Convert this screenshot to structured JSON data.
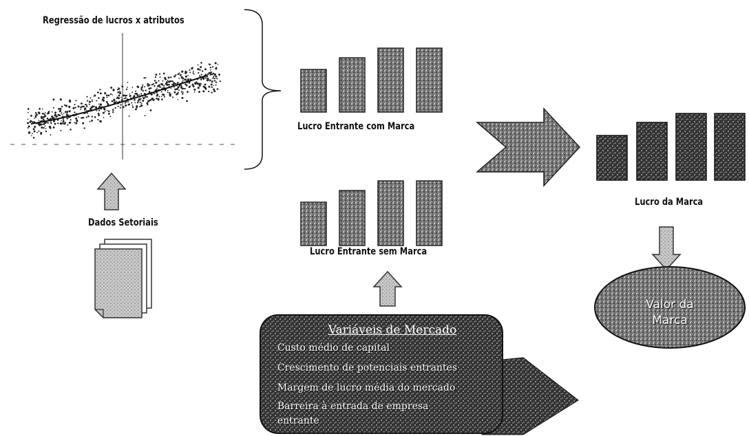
{
  "scatter": {
    "title": "Regressão  de lucros x atributos"
  },
  "labels": {
    "lucro_com_marca": "Lucro Entrante com Marca",
    "lucro_sem_marca": "Lucro  Entrante  sem Marca",
    "lucro_da_marca": "Lucro da Marca",
    "dados_setoriais": "Dados Setoriais"
  },
  "market_variables": {
    "title": "Variáveis de Mercado",
    "items": [
      "Custo médio de capital",
      "Crescimento de potenciais entrantes",
      "Margem de lucro média do mercado",
      "Barreira à entrada de empresa",
      "entrante"
    ]
  },
  "valor_da_marca": {
    "line1": "Valor da",
    "line2": "Marca"
  },
  "colors": {
    "bar_fill": "#6a6a6a",
    "dark_fill": "#2a2a2a",
    "ellipse_fill": "#555555",
    "arrow_fill": "#8f8f8f"
  },
  "icons": [
    "up-arrow-icon",
    "down-arrow-icon",
    "chevron-arrow-icon",
    "documents-icon",
    "brace-icon"
  ]
}
